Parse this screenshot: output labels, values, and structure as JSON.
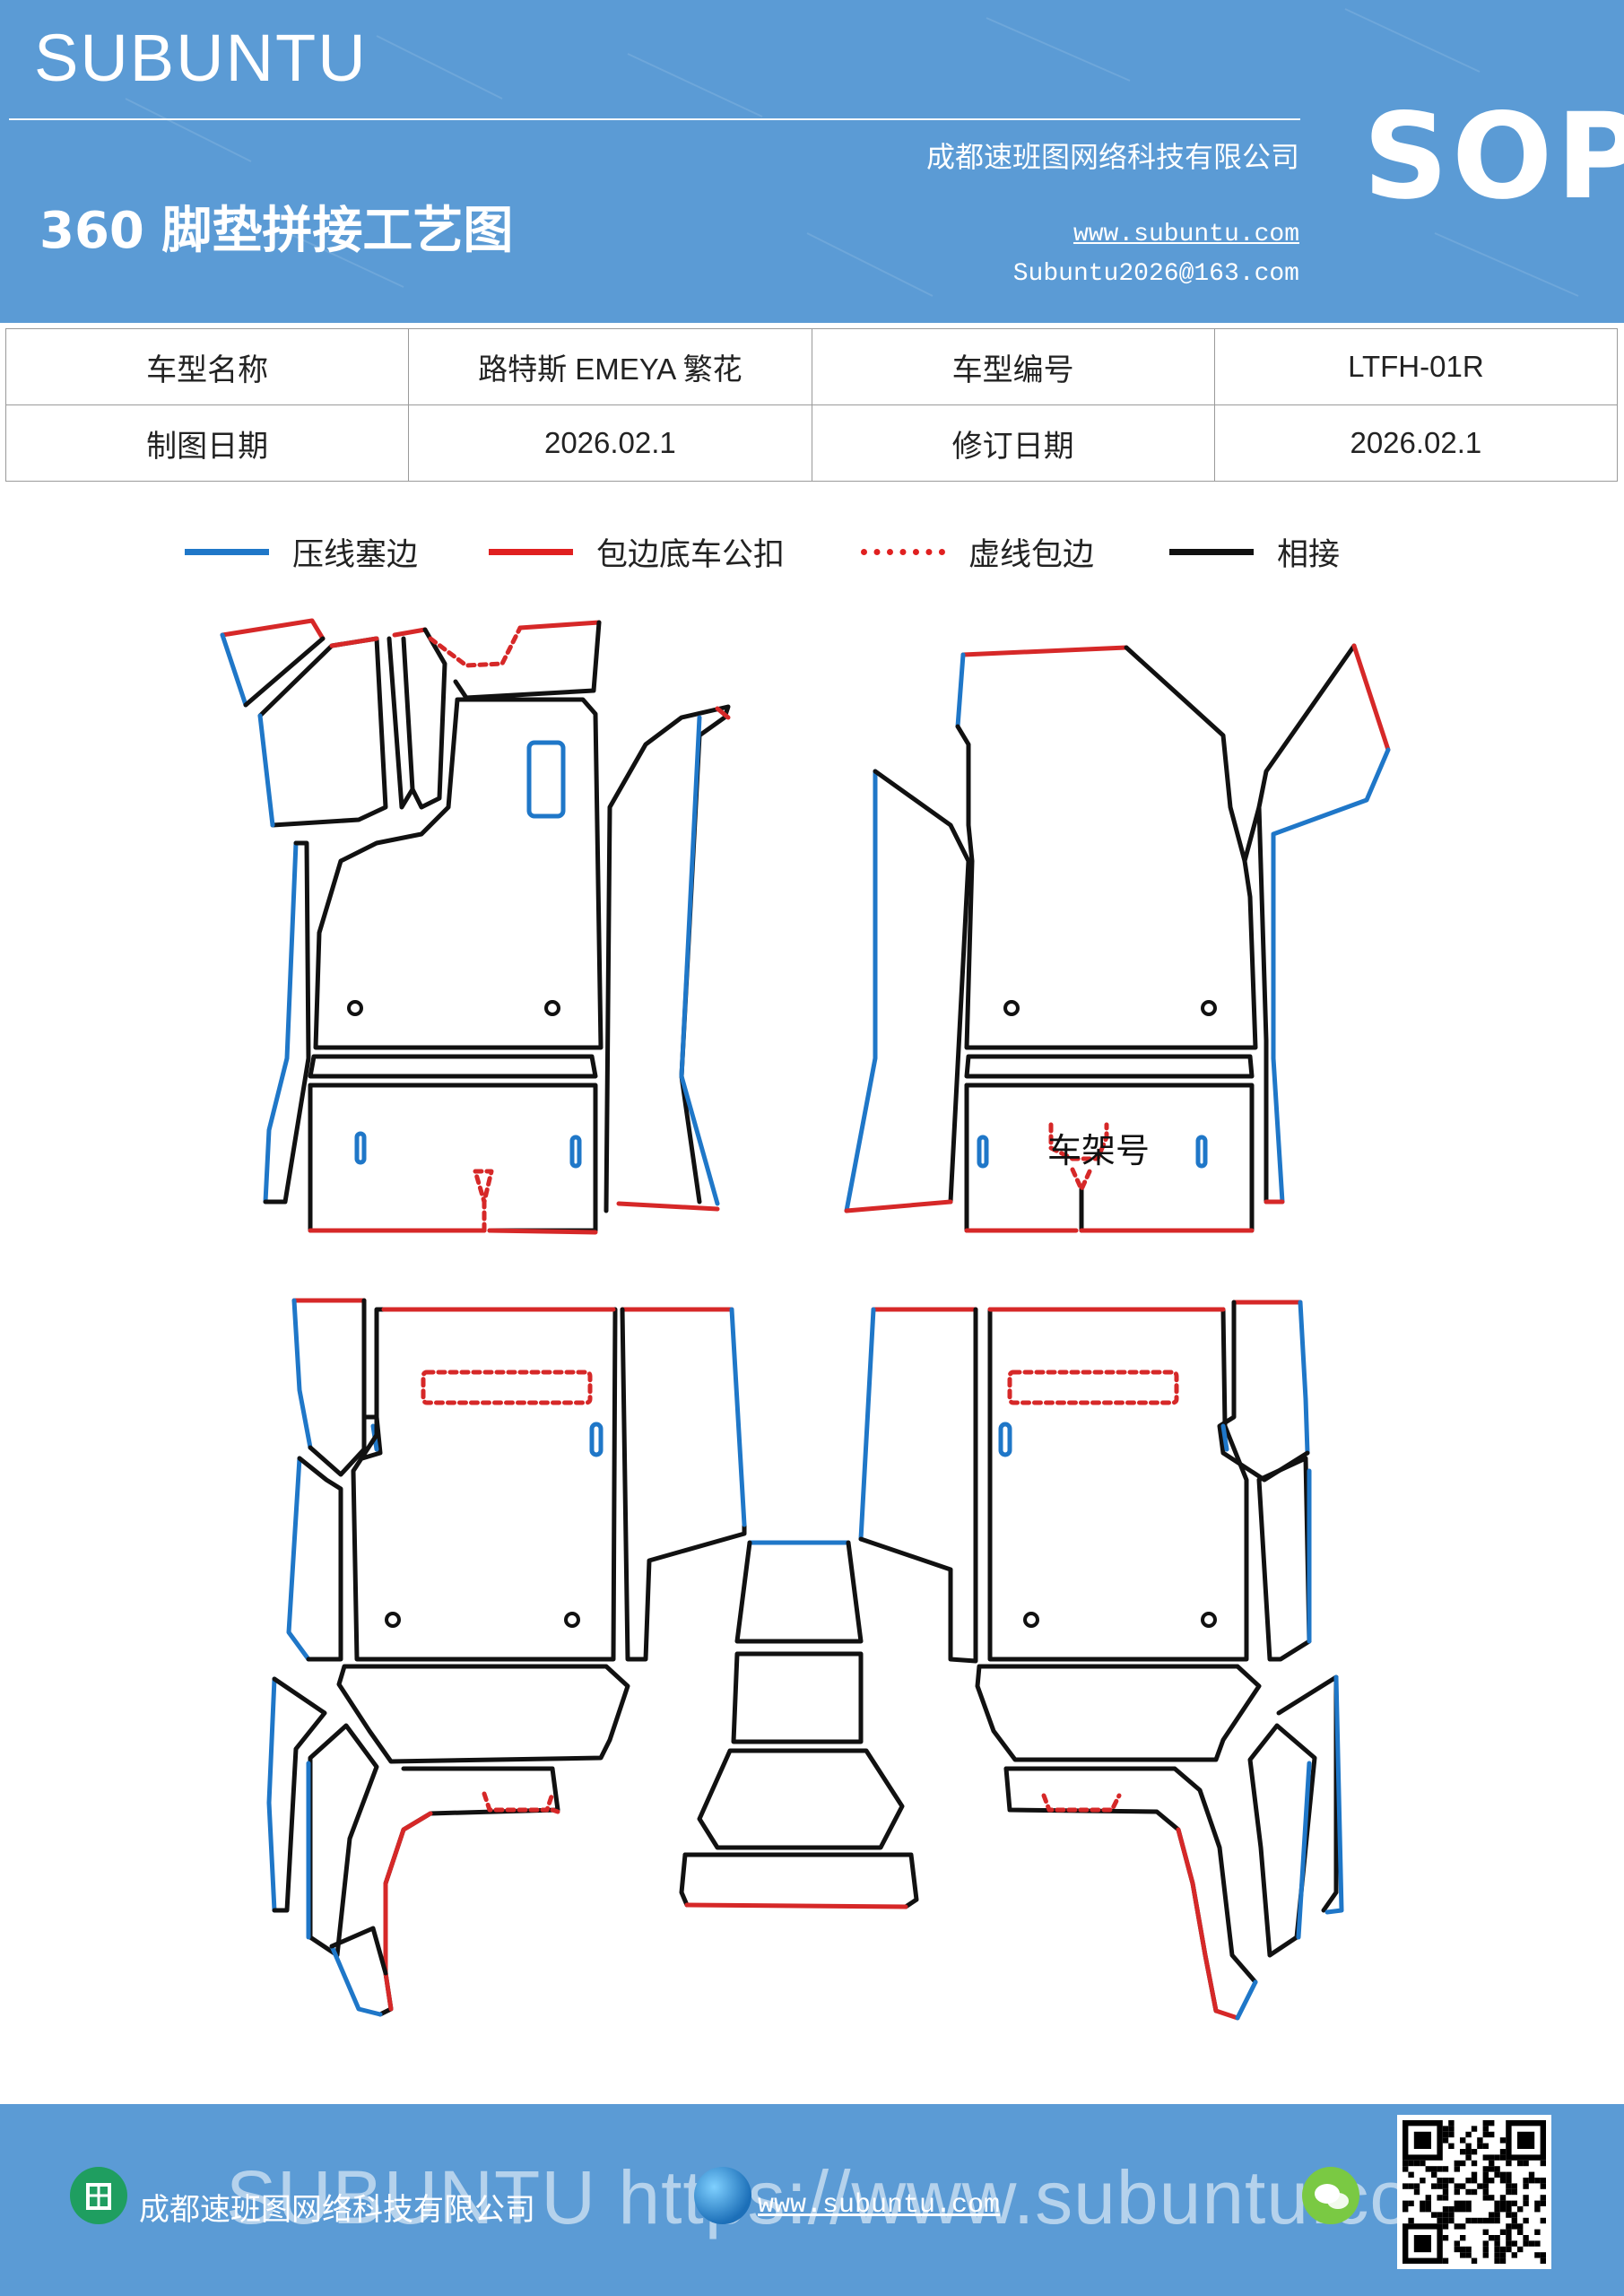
{
  "header": {
    "brand": "SUBUNTU",
    "title": "360 脚垫拼接工艺图",
    "company": "成都速班图网络科技有限公司",
    "website": "www.subuntu.com",
    "email": "Subuntu2026@163.com",
    "doc_type": "SOP"
  },
  "info_table": {
    "rows": [
      {
        "label1": "车型名称",
        "value1": "路特斯 EMEYA 繁花",
        "label2": "车型编号",
        "value2": "LTFH-01R"
      },
      {
        "label1": "制图日期",
        "value1": "2026.02.1",
        "label2": "修订日期",
        "value2": "2026.02.1"
      }
    ]
  },
  "legend": [
    {
      "label": "压线塞边",
      "color": "#1f77c8",
      "style": "solid"
    },
    {
      "label": "包边底车公扣",
      "color": "#e02020",
      "style": "solid"
    },
    {
      "label": "虚线包边",
      "color": "#e02020",
      "style": "dotted"
    },
    {
      "label": "相接",
      "color": "#111111",
      "style": "solid"
    }
  ],
  "diagram": {
    "frame_number_label": "车架号",
    "colors": {
      "blue": "#1f77c8",
      "red": "#d62828",
      "black": "#111111"
    }
  },
  "footer": {
    "company": "成都速班图网络科技有限公司",
    "website": "www.subuntu.com",
    "watermark": "SUBUNTU https://www.subuntu.com"
  }
}
